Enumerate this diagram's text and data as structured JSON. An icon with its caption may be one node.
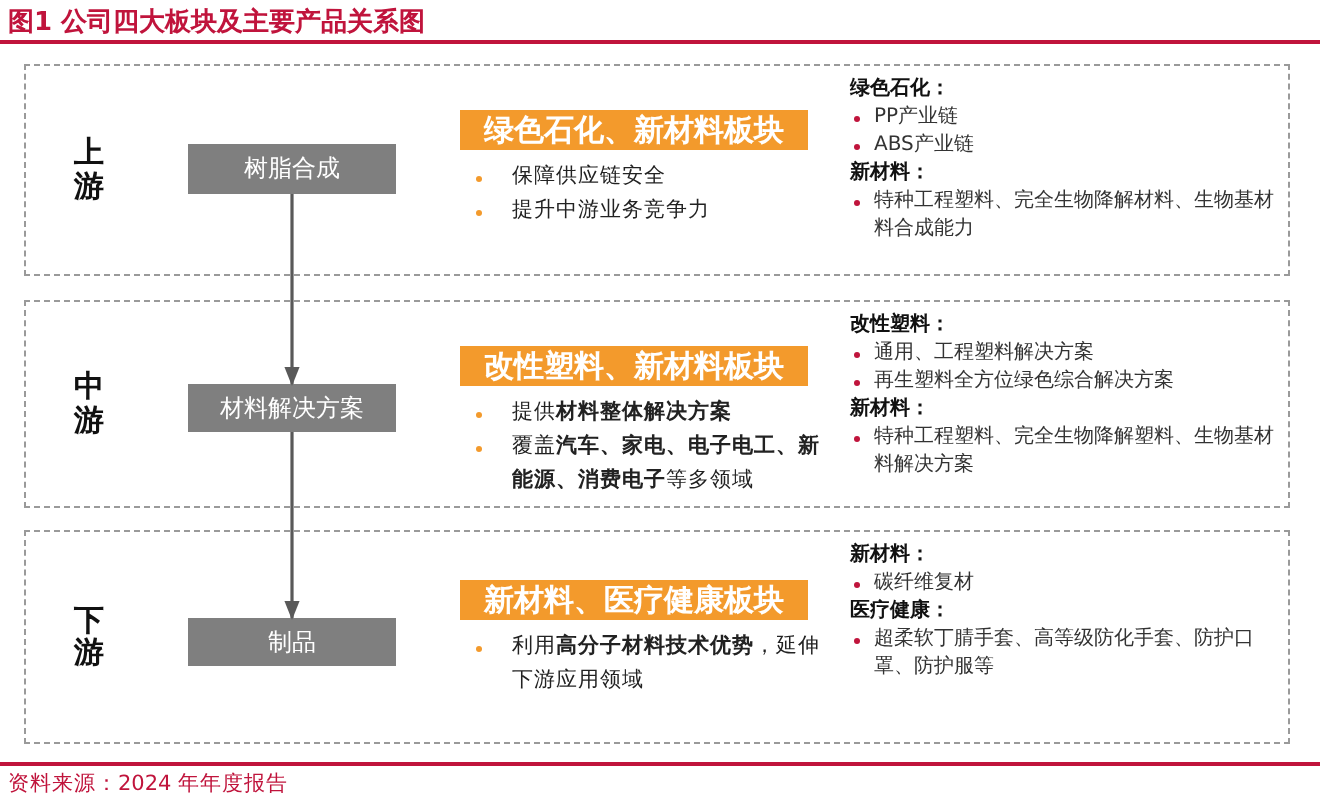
{
  "diagram": {
    "title": "图1 公司四大板块及主要产品关系图",
    "caption": "资料来源：2024 年年度报告",
    "nodes": [
      {
        "text": [
          "上游",
          "绿色石化：",
          "PP产业链",
          "ABS产业链",
          "新材料：",
          "特种工程塑料、完全生物降解材料、生物基材料合成能力"
        ]
      },
      {
        "text": [
          "树脂合成"
        ],
        "in": 0
      },
      {
        "text": [
          "绿色石化、新材料板块"
        ],
        "in": 0,
        "beside": [
          "保障供应链安全",
          "提升中游业务竞争力"
        ]
      },
      {
        "text": [
          "中游",
          "改性塑料：",
          "通用、工程塑料解决方案",
          "再生塑料全方位绿色综合解决方案",
          "新材料：",
          "特种工程塑料、完全生物降解塑料、生物基材料解决方案"
        ]
      },
      {
        "text": [
          "材料解决方案"
        ],
        "in": 3
      },
      {
        "text": [
          "改性塑料、新材料板块"
        ],
        "in": 3,
        "beside": [
          "提供**材料整体解决方案**",
          "覆盖**汽车、家电、电子电工、新能源、消费电子**等多领域"
        ]
      },
      {
        "text": [
          "下游",
          "新材料：",
          "碳纤维复材",
          "医疗健康：",
          "超柔软丁腈手套、高等级防化手套、防护口罩、防护服等"
        ]
      },
      {
        "text": [
          "制品"
        ],
        "in": 6
      },
      {
        "text": [
          "新材料、医疗健康板块"
        ],
        "in": 6,
        "beside": [
          "利用**高分子材料技术优势**，延伸下游应用领域"
        ]
      }
    ],
    "edges": [
      {
        "from": 1,
        "to": 4,
        "arrow": "to"
      },
      {
        "from": 4,
        "to": 7,
        "arrow": "to"
      }
    ]
  }
}
